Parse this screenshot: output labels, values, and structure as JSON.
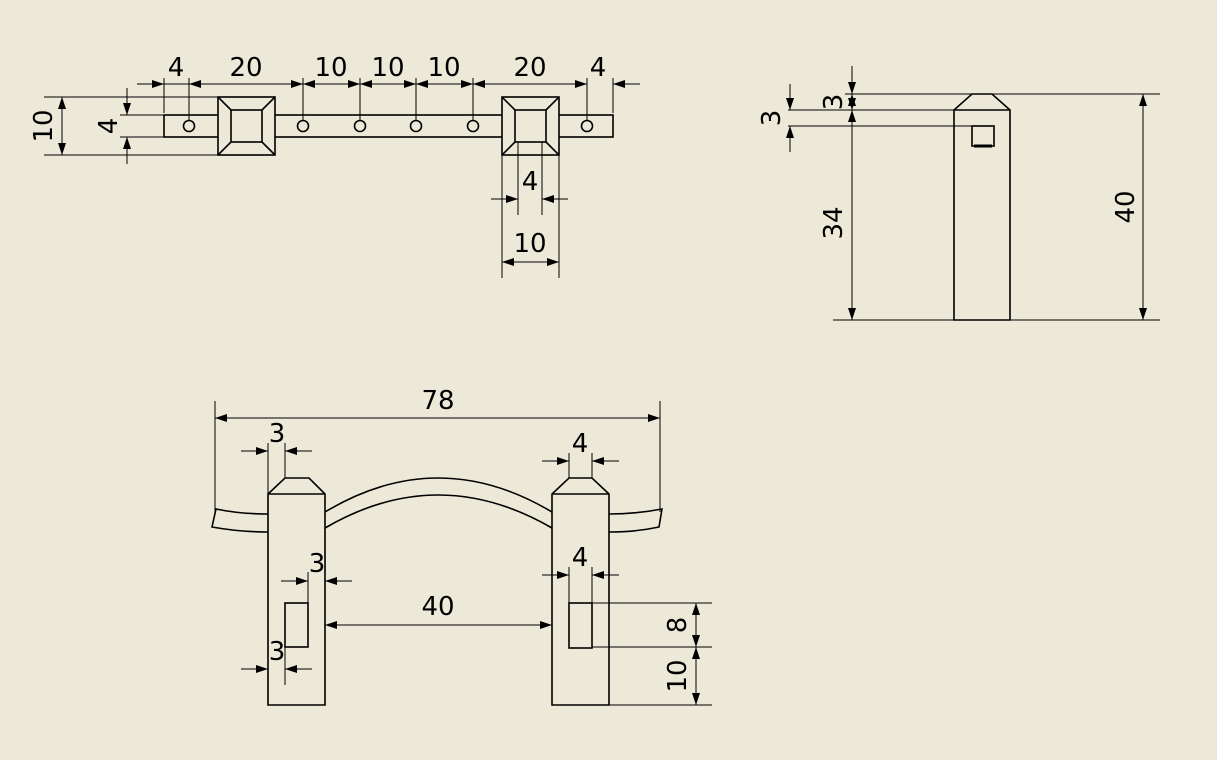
{
  "sheet": {
    "background": "#ece9d8",
    "line_color": "#000000"
  },
  "top_view": {
    "spacing": [
      "4",
      "20",
      "10",
      "10",
      "10",
      "20",
      "4"
    ],
    "overall_width": "10",
    "bar_width": "4",
    "hole_width": "4",
    "post_width": "10"
  },
  "side_view": {
    "chamfer": "3",
    "slot": "3",
    "post_height": "34",
    "total_height": "40"
  },
  "front_view": {
    "overall_length": "78",
    "left_chamfer": "3",
    "right_top_width": "4",
    "left_slot_offset": "3",
    "left_slot_edge": "3",
    "right_slot_offset": "4",
    "post_gap": "40",
    "slot_height": "8",
    "slot_base": "10"
  }
}
